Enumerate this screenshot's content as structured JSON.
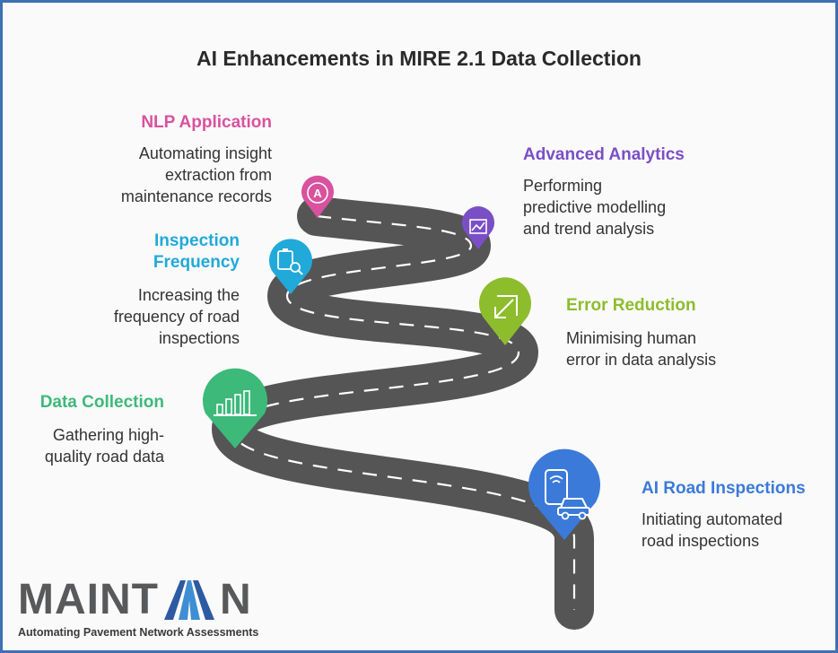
{
  "title": "AI Enhancements in MIRE 2.1 Data Collection",
  "steps": [
    {
      "heading": "NLP Application",
      "description": [
        "Automating insight",
        "extraction from",
        "maintenance records"
      ],
      "color": "#d9529e",
      "icon": "ai-letter-icon"
    },
    {
      "heading": "Advanced Analytics",
      "description": [
        "Performing",
        "predictive modelling",
        "and trend analysis"
      ],
      "color": "#7a4fc6",
      "icon": "line-chart-icon"
    },
    {
      "heading": [
        "Inspection",
        "Frequency"
      ],
      "description": [
        "Increasing the",
        "frequency of road",
        "inspections"
      ],
      "color": "#21a9d9",
      "icon": "clipboard-search-icon"
    },
    {
      "heading": "Error Reduction",
      "description": [
        "Minimising human",
        "error in data analysis"
      ],
      "color": "#8dbd2d",
      "icon": "shrink-arrow-icon"
    },
    {
      "heading": "Data Collection",
      "description": [
        "Gathering high-",
        "quality road data"
      ],
      "color": "#3db97a",
      "icon": "bar-chart-icon"
    },
    {
      "heading": "AI Road Inspections",
      "description": [
        "Initiating automated",
        "road inspections"
      ],
      "color": "#3b7ad9",
      "icon": "phone-car-icon"
    }
  ],
  "logo": {
    "word_left": "MAINT",
    "word_right": "N",
    "tagline": "Automating Pavement Network Assessments"
  }
}
